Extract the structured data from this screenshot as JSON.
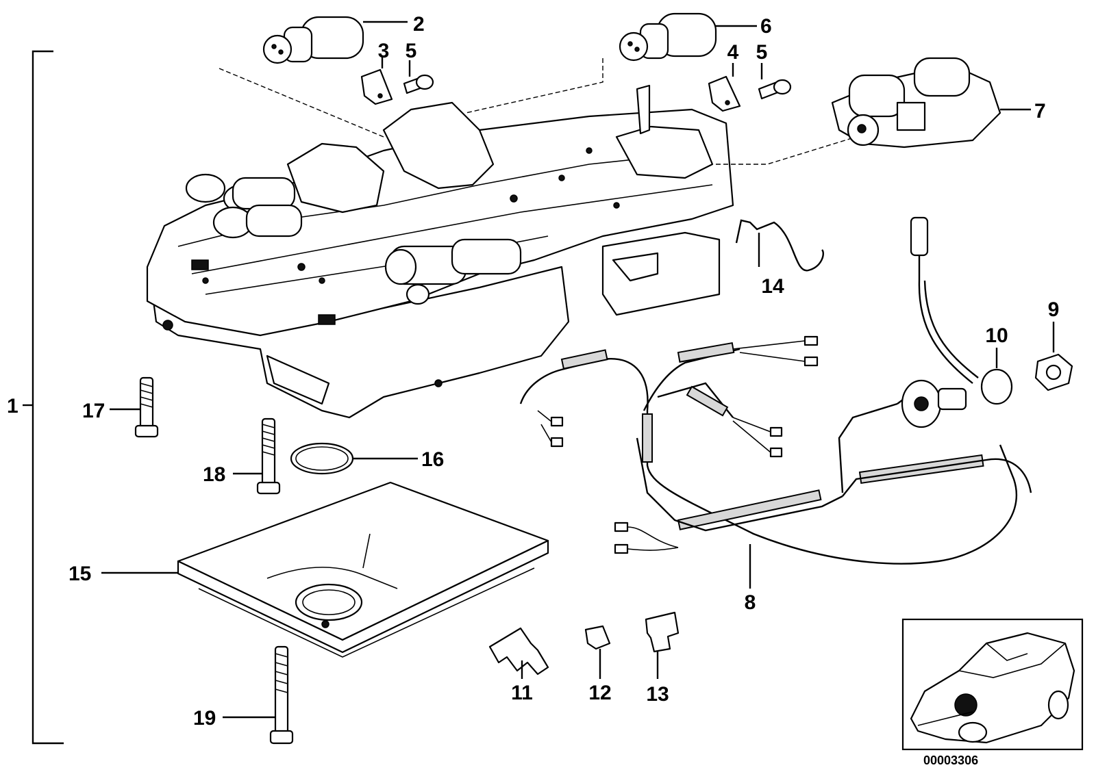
{
  "diagram": {
    "callouts": [
      {
        "id": "1",
        "label": "1"
      },
      {
        "id": "2",
        "label": "2"
      },
      {
        "id": "3",
        "label": "3"
      },
      {
        "id": "4",
        "label": "4"
      },
      {
        "id": "5a",
        "label": "5"
      },
      {
        "id": "5b",
        "label": "5"
      },
      {
        "id": "6",
        "label": "6"
      },
      {
        "id": "7",
        "label": "7"
      },
      {
        "id": "8",
        "label": "8"
      },
      {
        "id": "9",
        "label": "9"
      },
      {
        "id": "10",
        "label": "10"
      },
      {
        "id": "11",
        "label": "11"
      },
      {
        "id": "12",
        "label": "12"
      },
      {
        "id": "13",
        "label": "13"
      },
      {
        "id": "14",
        "label": "14"
      },
      {
        "id": "15",
        "label": "15"
      },
      {
        "id": "16",
        "label": "16"
      },
      {
        "id": "17",
        "label": "17"
      },
      {
        "id": "18",
        "label": "18"
      },
      {
        "id": "19",
        "label": "19"
      }
    ],
    "drawing_code": "00003306"
  }
}
